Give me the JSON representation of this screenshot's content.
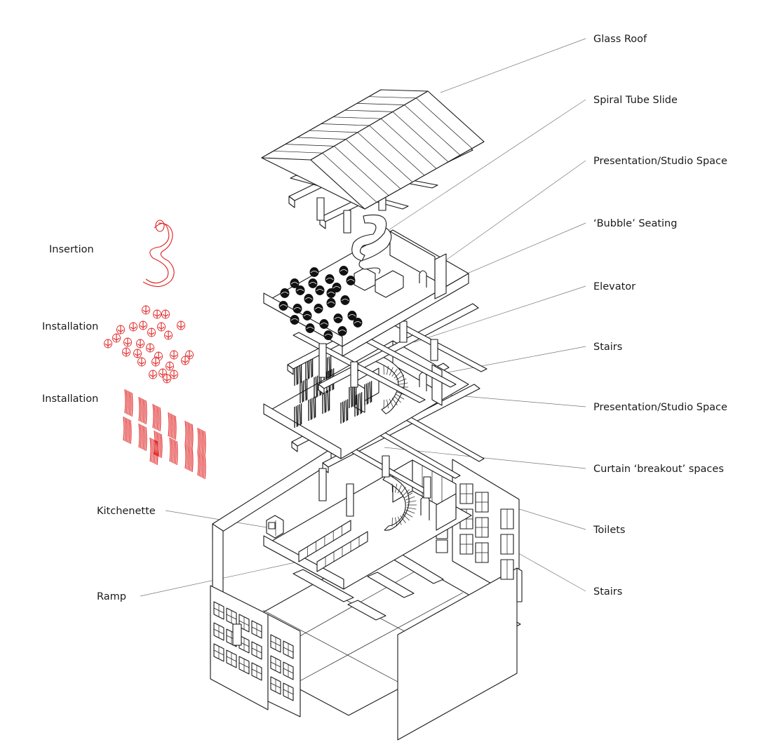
{
  "labels_right": {
    "glass_roof": "Glass Roof",
    "spiral_tube_slide": "Spiral Tube Slide",
    "presentation_studio_1": "Presentation/Studio Space",
    "bubble_seating": "‘Bubble’ Seating",
    "elevator": "Elevator",
    "stairs_upper": "Stairs",
    "presentation_studio_2": "Presentation/Studio Space",
    "curtain_breakout": "Curtain ‘breakout’ spaces",
    "toilets": "Toilets",
    "stairs_lower": "Stairs"
  },
  "labels_left": {
    "insertion": "Insertion",
    "installation_bubbles": "Installation",
    "installation_curtains": "Installation",
    "kitchenette": "Kitchenette",
    "ramp": "Ramp"
  },
  "colors": {
    "line": "#1a1a1a",
    "leader": "#777777",
    "installation": "#e02020",
    "background": "#ffffff"
  }
}
